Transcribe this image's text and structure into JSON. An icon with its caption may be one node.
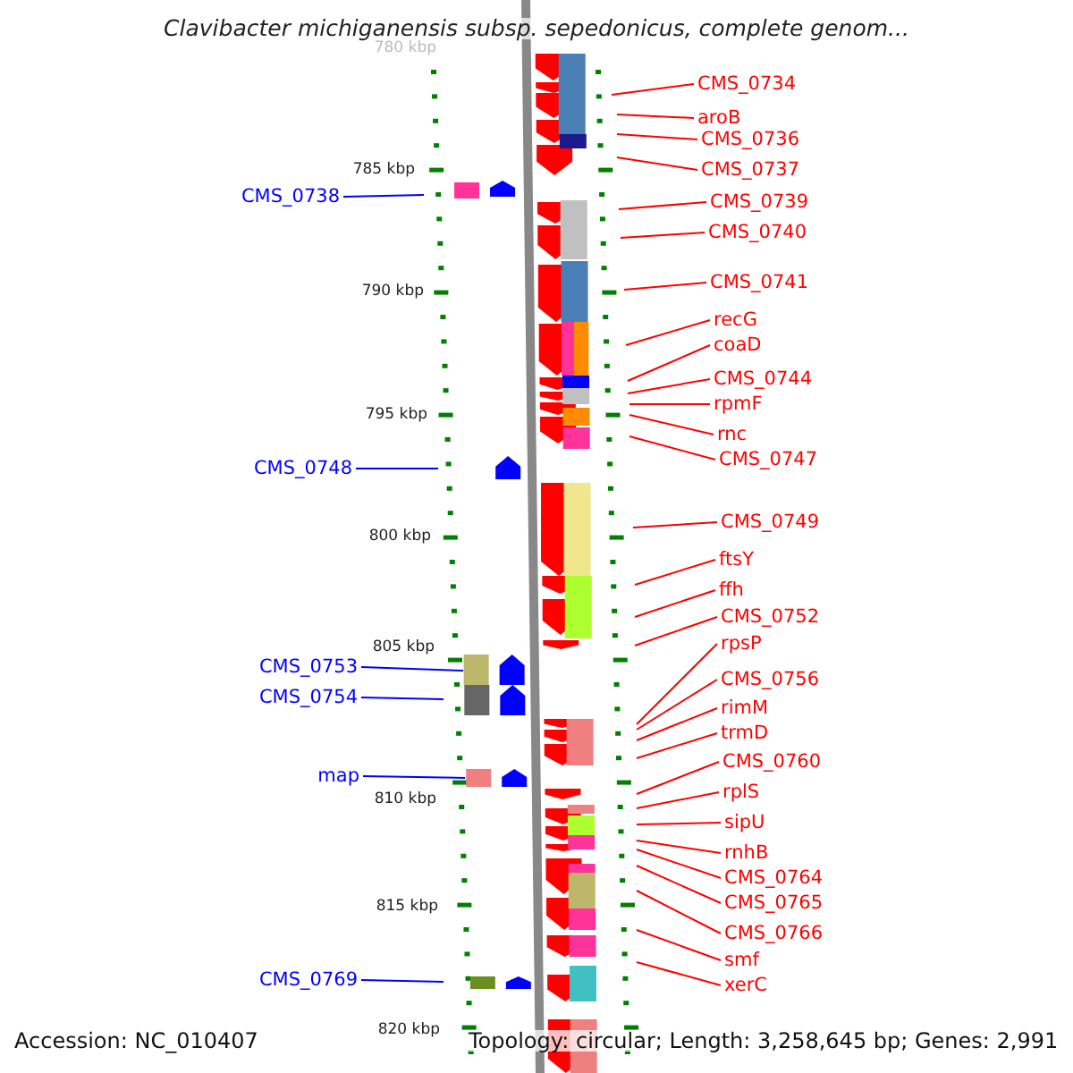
{
  "diagram": {
    "title": "Clavibacter michiganensis subsp. sepedonicus, complete genom...",
    "nodes": [
      {
        "text": [
          "CMS_0734"
        ]
      },
      {
        "text": [
          "aroB"
        ]
      },
      {
        "text": [
          "CMS_0736"
        ]
      },
      {
        "text": [
          "CMS_0737"
        ]
      },
      {
        "text": [
          "CMS_0738"
        ]
      },
      {
        "text": [
          "CMS_0739"
        ]
      },
      {
        "text": [
          "CMS_0740"
        ]
      },
      {
        "text": [
          "CMS_0741"
        ]
      },
      {
        "text": [
          "recG"
        ]
      },
      {
        "text": [
          "coaD"
        ]
      },
      {
        "text": [
          "CMS_0744"
        ]
      },
      {
        "text": [
          "rpmF"
        ]
      },
      {
        "text": [
          "rnc"
        ]
      },
      {
        "text": [
          "CMS_0747"
        ]
      },
      {
        "text": [
          "CMS_0748"
        ]
      },
      {
        "text": [
          "CMS_0749"
        ]
      },
      {
        "text": [
          "ftsY"
        ]
      },
      {
        "text": [
          "ffh"
        ]
      },
      {
        "text": [
          "CMS_0752"
        ]
      },
      {
        "text": [
          "rpsP"
        ]
      },
      {
        "text": [
          "CMS_0753"
        ]
      },
      {
        "text": [
          "CMS_0756"
        ]
      },
      {
        "text": [
          "CMS_0754"
        ]
      },
      {
        "text": [
          "rimM"
        ]
      },
      {
        "text": [
          "trmD"
        ]
      },
      {
        "text": [
          "CMS_0760"
        ]
      },
      {
        "text": [
          "map"
        ]
      },
      {
        "text": [
          "rplS"
        ]
      },
      {
        "text": [
          "sipU"
        ]
      },
      {
        "text": [
          "rnhB"
        ]
      },
      {
        "text": [
          "CMS_0764"
        ]
      },
      {
        "text": [
          "CMS_0765"
        ]
      },
      {
        "text": [
          "CMS_0766"
        ]
      },
      {
        "text": [
          "smf"
        ]
      },
      {
        "text": [
          "xerC"
        ]
      },
      {
        "text": [
          "CMS_0769"
        ]
      }
    ],
    "edges": [
      {
        "from": 0,
        "to": null,
        "arrow": "none"
      },
      {
        "from": 1,
        "to": null,
        "arrow": "none"
      },
      {
        "from": 2,
        "to": null,
        "arrow": "none"
      },
      {
        "from": 3,
        "to": null,
        "arrow": "none"
      },
      {
        "from": 4,
        "to": null,
        "arrow": "none",
        "color": "#0000ff"
      },
      {
        "from": 5,
        "to": null,
        "arrow": "none"
      },
      {
        "from": 6,
        "to": null,
        "arrow": "none"
      },
      {
        "from": 7,
        "to": null,
        "arrow": "none"
      },
      {
        "from": 8,
        "to": null,
        "arrow": "none"
      },
      {
        "from": 9,
        "to": null,
        "arrow": "none"
      },
      {
        "from": 10,
        "to": null,
        "arrow": "none"
      },
      {
        "from": 11,
        "to": null,
        "arrow": "none"
      },
      {
        "from": 12,
        "to": null,
        "arrow": "none"
      },
      {
        "from": 13,
        "to": null,
        "arrow": "none"
      },
      {
        "from": 14,
        "to": null,
        "arrow": "none",
        "color": "#0000ff"
      },
      {
        "from": 15,
        "to": null,
        "arrow": "none"
      },
      {
        "from": 16,
        "to": null,
        "arrow": "none"
      },
      {
        "from": 17,
        "to": null,
        "arrow": "none"
      },
      {
        "from": 18,
        "to": null,
        "arrow": "none"
      },
      {
        "from": 19,
        "to": null,
        "arrow": "none"
      },
      {
        "from": 20,
        "to": null,
        "arrow": "none",
        "color": "#0000ff"
      },
      {
        "from": 21,
        "to": null,
        "arrow": "none"
      },
      {
        "from": 22,
        "to": null,
        "arrow": "none",
        "color": "#0000ff"
      },
      {
        "from": 23,
        "to": null,
        "arrow": "none"
      },
      {
        "from": 24,
        "to": null,
        "arrow": "none"
      },
      {
        "from": 25,
        "to": null,
        "arrow": "none"
      },
      {
        "from": 26,
        "to": null,
        "arrow": "none",
        "color": "#0000ff"
      },
      {
        "from": 27,
        "to": null,
        "arrow": "none"
      },
      {
        "from": 28,
        "to": null,
        "arrow": "none"
      },
      {
        "from": 29,
        "to": null,
        "arrow": "none"
      },
      {
        "from": 30,
        "to": null,
        "arrow": "none"
      },
      {
        "from": 31,
        "to": null,
        "arrow": "none"
      },
      {
        "from": 32,
        "to": null,
        "arrow": "none"
      },
      {
        "from": 33,
        "to": null,
        "arrow": "none"
      },
      {
        "from": 34,
        "to": null,
        "arrow": "none"
      },
      {
        "from": 35,
        "to": null,
        "arrow": "none",
        "color": "#0000ff"
      }
    ],
    "labels": [
      "780 kbp",
      "785 kbp",
      "790 kbp",
      "795 kbp",
      "800 kbp",
      "805 kbp",
      "810 kbp",
      "815 kbp",
      "820 kbp",
      "Accession: NC_010407",
      "Topology: circular; Length: 3,258,645 bp; Genes: 2,991"
    ]
  }
}
